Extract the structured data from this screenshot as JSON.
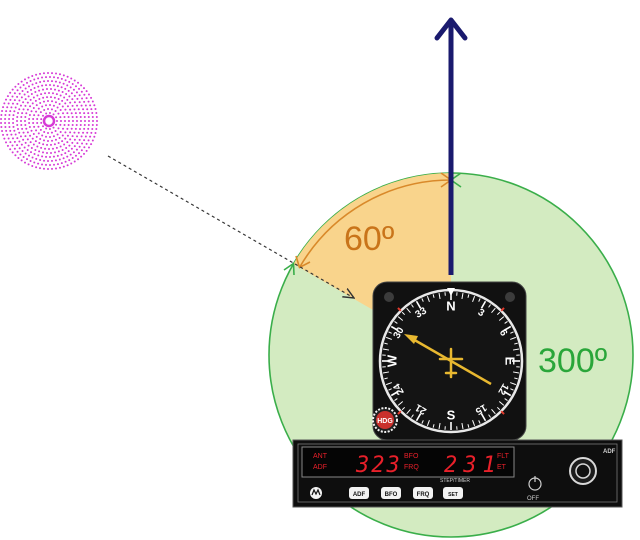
{
  "diagram": {
    "angle_relative_bearing": "60º",
    "angle_remaining": "300º",
    "colors": {
      "heading_arrow": "#1a1a6e",
      "sector_60": "#f9d48c",
      "arc_60": "#d9892a",
      "text_60": "#c9741a",
      "circle_fill": "#d3ebc1",
      "circle_stroke": "#3aae4a",
      "text_300": "#2aa63a",
      "ndb_station": "#d63ad6",
      "needle": "#e8b830",
      "led_red": "#e8202a"
    }
  },
  "adf_indicator": {
    "hdg_button": "HDG",
    "card_labels": {
      "north": "N",
      "n3": "3",
      "n6": "6",
      "east": "E",
      "n12": "12",
      "n15": "15",
      "south": "S",
      "n21": "21",
      "n24": "24",
      "west": "W",
      "n30": "30",
      "n33": "33"
    }
  },
  "adf_receiver": {
    "brand": "ADF",
    "ant_label": "ANT",
    "adf_label": "ADF",
    "active_freq": "323",
    "standby_freq": "231",
    "bfo_label": "BFO",
    "frq_label": "FRQ",
    "flt_label": "FLT",
    "et_label": "ET",
    "step_timer": "STEP/TIMER",
    "off_label": "OFF",
    "btn_adf": "ADF",
    "btn_bfo": "BFO",
    "btn_frq": "FRQ",
    "btn_set": "SET"
  }
}
